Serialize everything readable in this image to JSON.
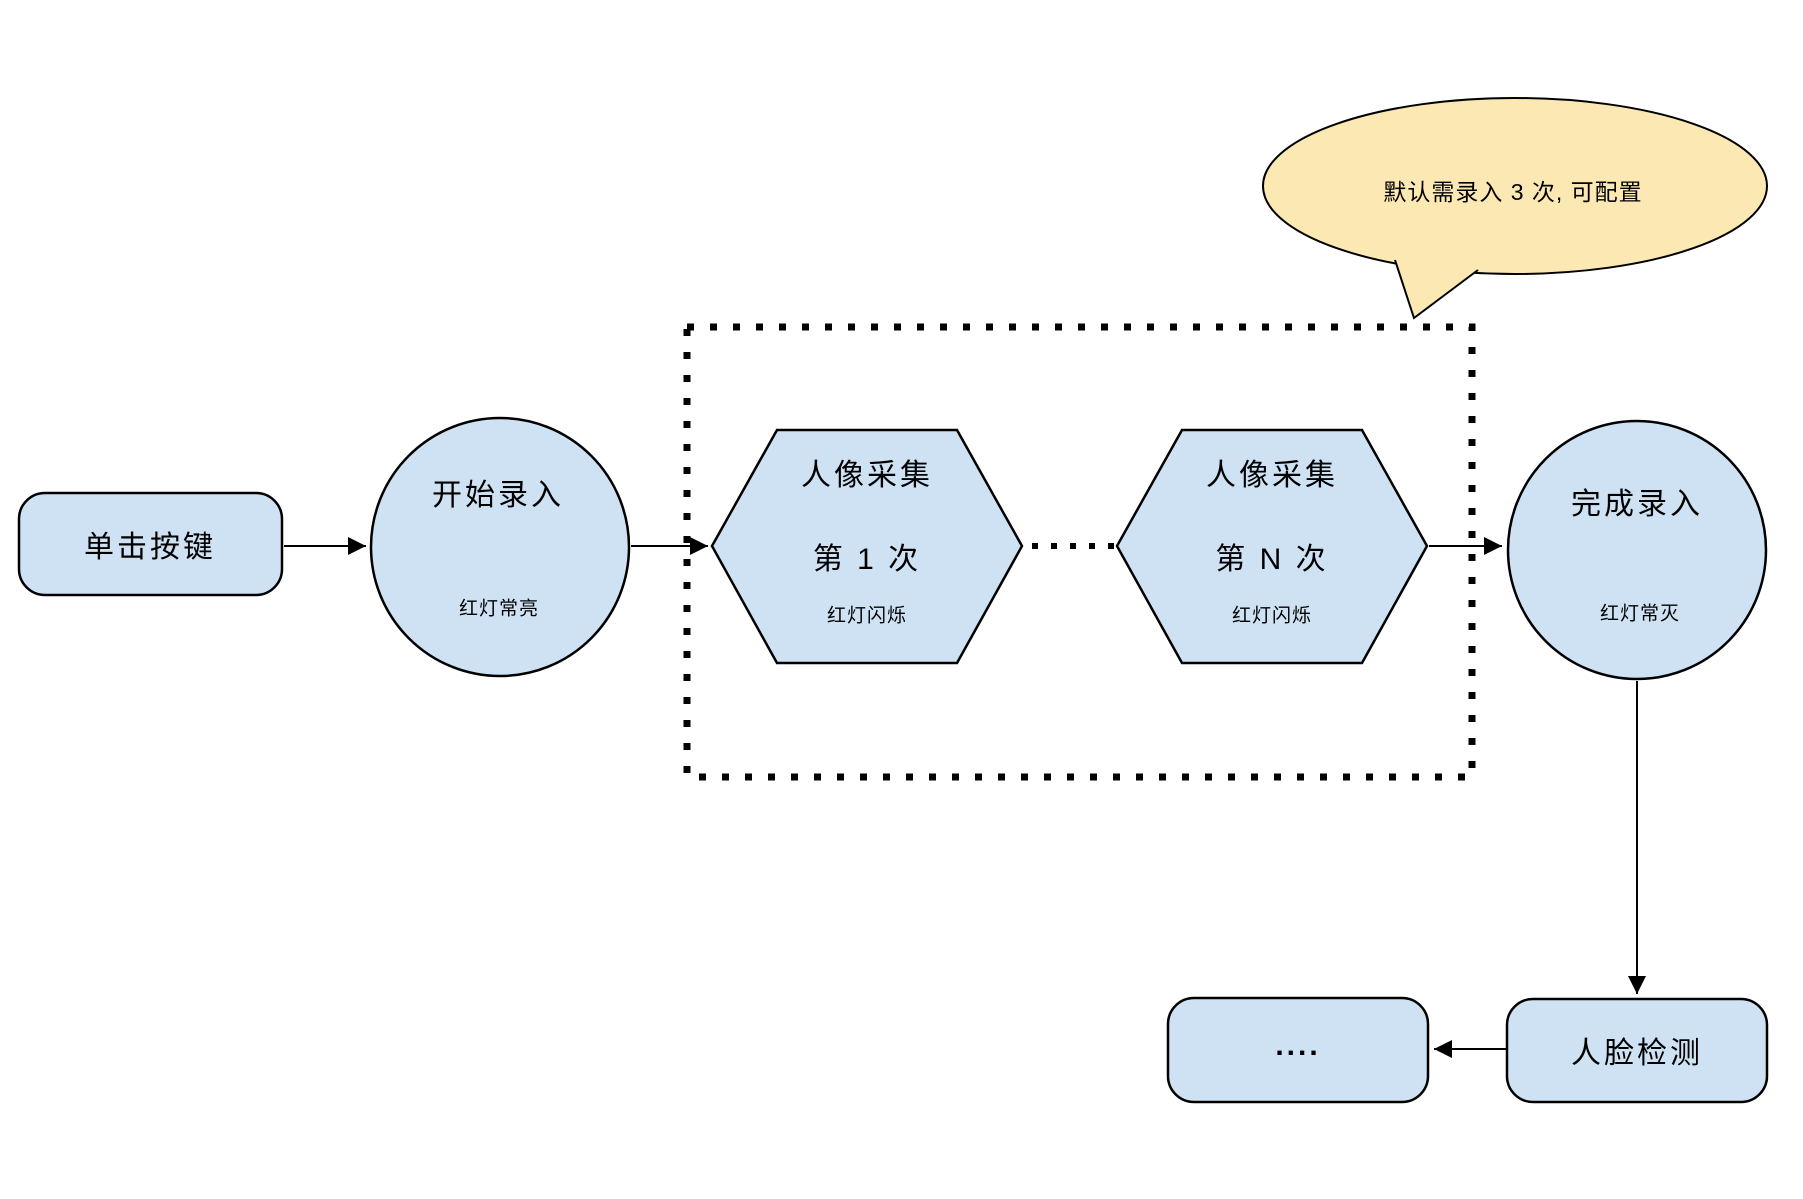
{
  "nodes": {
    "click_button": {
      "label": "单击按键"
    },
    "start_enroll": {
      "label": "开始录入",
      "status": "红灯常亮"
    },
    "capture_first": {
      "title": "人像采集",
      "subtitle": "第 1 次",
      "status": "红灯闪烁"
    },
    "capture_nth": {
      "title": "人像采集",
      "subtitle": "第 N 次",
      "status": "红灯闪烁"
    },
    "finish_enroll": {
      "label": "完成录入",
      "status": "红灯常灭"
    },
    "face_detection": {
      "label": "人脸检测"
    },
    "continuation": {
      "label": "...."
    }
  },
  "callout": {
    "text": "默认需录入 3 次, 可配置"
  },
  "colors": {
    "node_fill": "#cfe2f3",
    "node_stroke": "#000000",
    "callout_fill": "#fce8b2",
    "connector": "#000000"
  }
}
